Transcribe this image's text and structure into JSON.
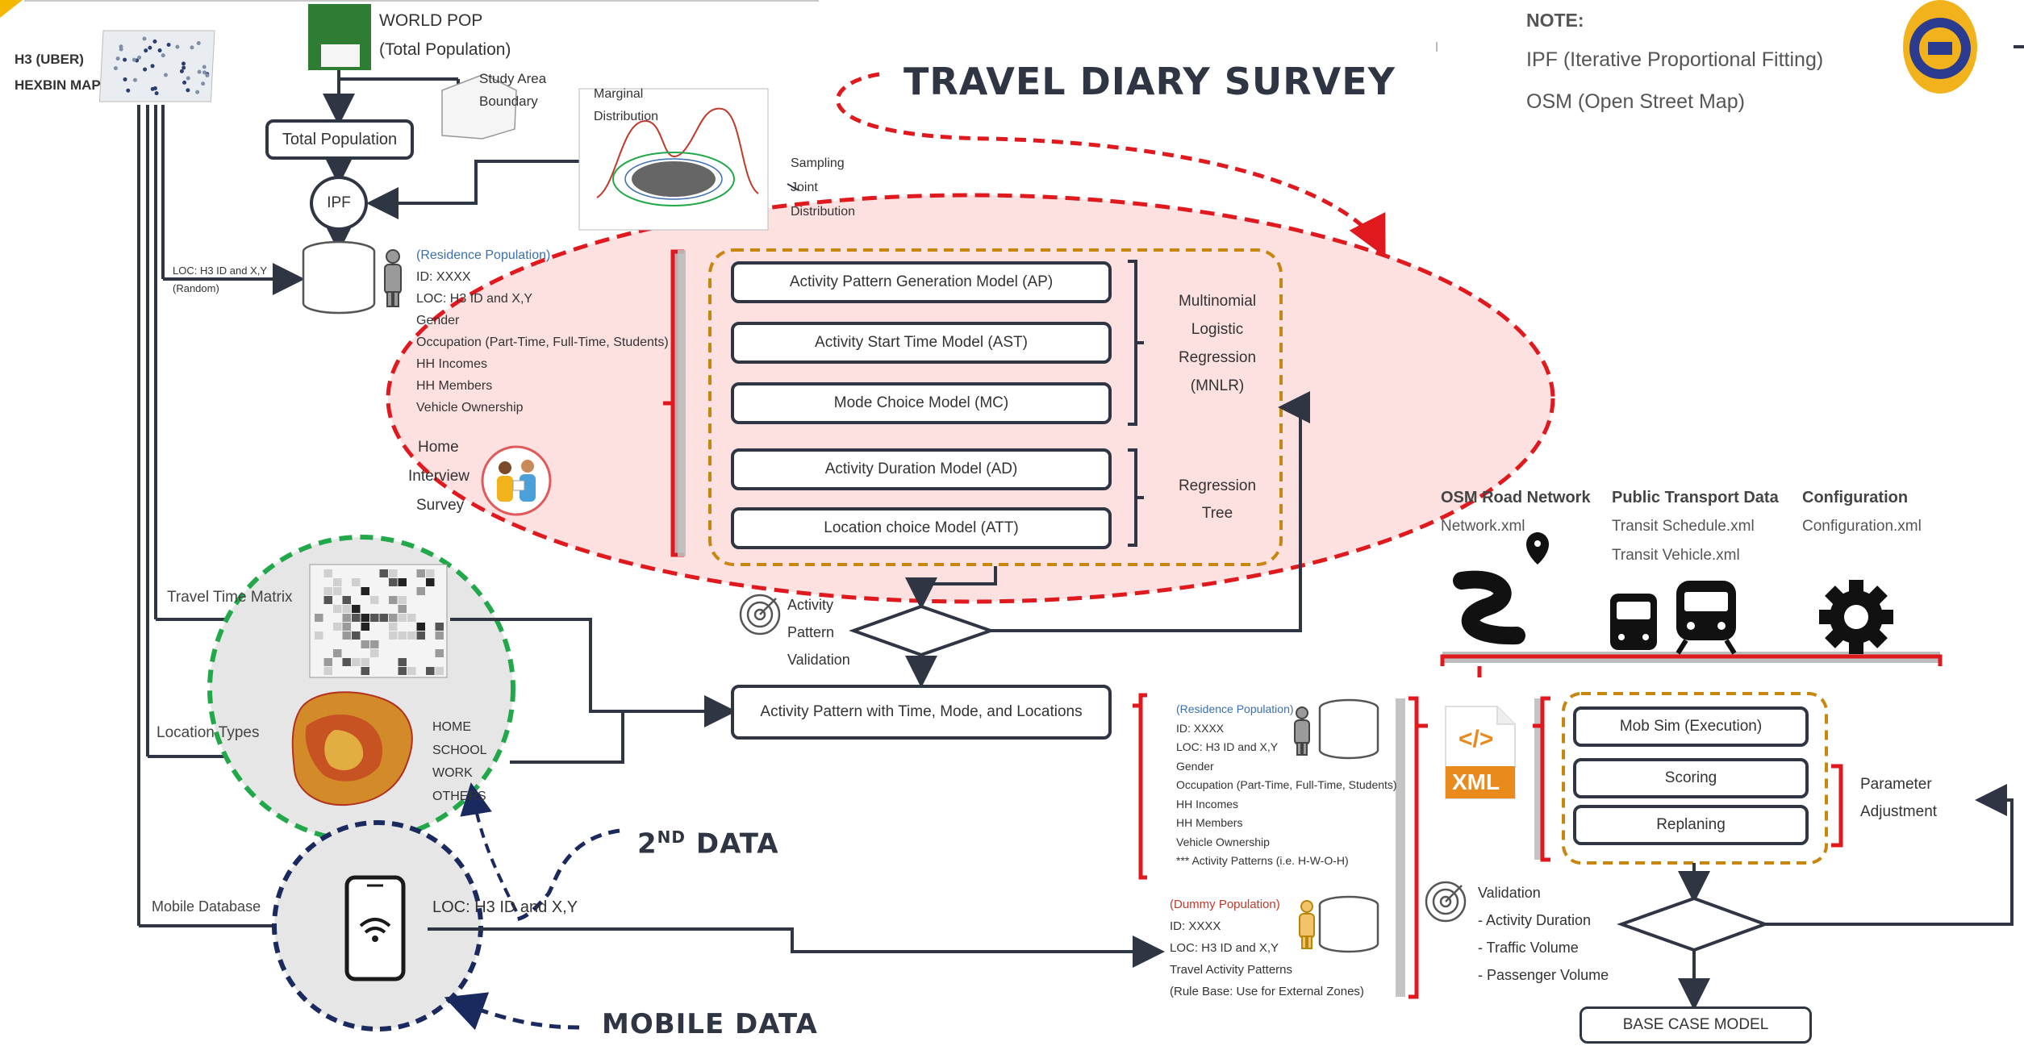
{
  "top_left": {
    "h3_line1": "H3 (UBER)",
    "h3_line2": "HEXBIN MAP"
  },
  "worldpop": {
    "line1": "WORLD POP",
    "line2": "(Total Population)",
    "study_area_1": "Study Area",
    "study_area_2": "Boundary"
  },
  "total_population": "Total Population",
  "ipf": "IPF",
  "marginal": {
    "line1": "Marginal",
    "line2": "Distribution"
  },
  "sampling": {
    "line1": "Sampling",
    "line2": "Joint",
    "line3": "Distribution"
  },
  "loc_random": {
    "line1": "LOC: H3 ID and X,Y",
    "line2": "(Random)"
  },
  "residence_list": {
    "title": "(Residence Population)",
    "items": [
      "ID: XXXX",
      "LOC: H3 ID and X,Y",
      "Gender",
      "Occupation (Part-Time, Full-Time, Students)",
      "HH Incomes",
      "HH Members",
      "Vehicle Ownership"
    ]
  },
  "home_interview": {
    "line1": "Home",
    "line2": "Interview",
    "line3": "Survey"
  },
  "title_travel_diary": "TRAVEL DIARY SURVEY",
  "models": {
    "mnlr": [
      "Activity Pattern Generation Model (AP)",
      "Activity Start Time Model (AST)",
      "Mode Choice Model (MC)"
    ],
    "tree": [
      "Activity Duration Model (AD)",
      "Location choice Model (ATT)"
    ],
    "mnlr_label": [
      "Multinomial",
      "Logistic",
      "Regression",
      "(MNLR)"
    ],
    "tree_label": [
      "Regression",
      "Tree"
    ]
  },
  "note": {
    "title": "NOTE:",
    "line1": "IPF (Iterative Proportional Fitting)",
    "line2": "OSM (Open Street Map)"
  },
  "activity_validation": {
    "line1": "Activity",
    "line2": "Pattern",
    "line3": "Validation"
  },
  "activity_output": "Activity Pattern with Time, Mode, and Locations",
  "travel_time_matrix": "Travel Time Matrix",
  "location_types": {
    "label": "Location Types",
    "items": [
      "HOME",
      "SCHOOL",
      "WORK",
      "OTHERS"
    ]
  },
  "second_data": {
    "main": "2",
    "sup": "ND",
    "rest": " DATA"
  },
  "mobile_data": "MOBILE DATA",
  "mobile_database": "Mobile Database",
  "mobile_loc": "LOC: H3 ID and X,Y",
  "residence_list2": {
    "title": "(Residence Population)",
    "items": [
      "ID: XXXX",
      "LOC: H3 ID and X,Y",
      "Gender",
      "Occupation (Part-Time, Full-Time, Students)",
      "HH Incomes",
      "HH Members",
      "Vehicle Ownership",
      "*** Activity Patterns (i.e. H-W-O-H)"
    ]
  },
  "dummy_list": {
    "title": "(Dummy Population)",
    "items": [
      "ID: XXXX",
      "LOC: H3 ID and X,Y",
      "Travel Activity Patterns",
      "(Rule Base: Use for External Zones)"
    ]
  },
  "data_sources": {
    "osm": {
      "title": "OSM Road Network",
      "file": "Network.xml"
    },
    "pt": {
      "title": "Public Transport Data",
      "file1": "Transit Schedule.xml",
      "file2": "Transit Vehicle.xml"
    },
    "config": {
      "title": "Configuration",
      "file": "Configuration.xml"
    }
  },
  "xml_label": "XML",
  "xml_code": "</>",
  "sim_steps": [
    "Mob Sim (Execution)",
    "Scoring",
    "Replaning"
  ],
  "param_adjust": {
    "line1": "Parameter",
    "line2": "Adjustment"
  },
  "validation": {
    "title": "Validation",
    "items": [
      "- Activity Duration",
      "- Traffic Volume",
      "- Passenger Volume"
    ]
  },
  "base_case": "BASE CASE MODEL",
  "colors": {
    "dark": "#2f3542",
    "red": "#e0191f",
    "green": "#22a84a",
    "navy": "#1b2a5e",
    "orange": "#c8860e",
    "blue_title": "#3a6fb0",
    "dummy_red": "#c0392b",
    "ellipse_fill": "#fde0e0"
  }
}
